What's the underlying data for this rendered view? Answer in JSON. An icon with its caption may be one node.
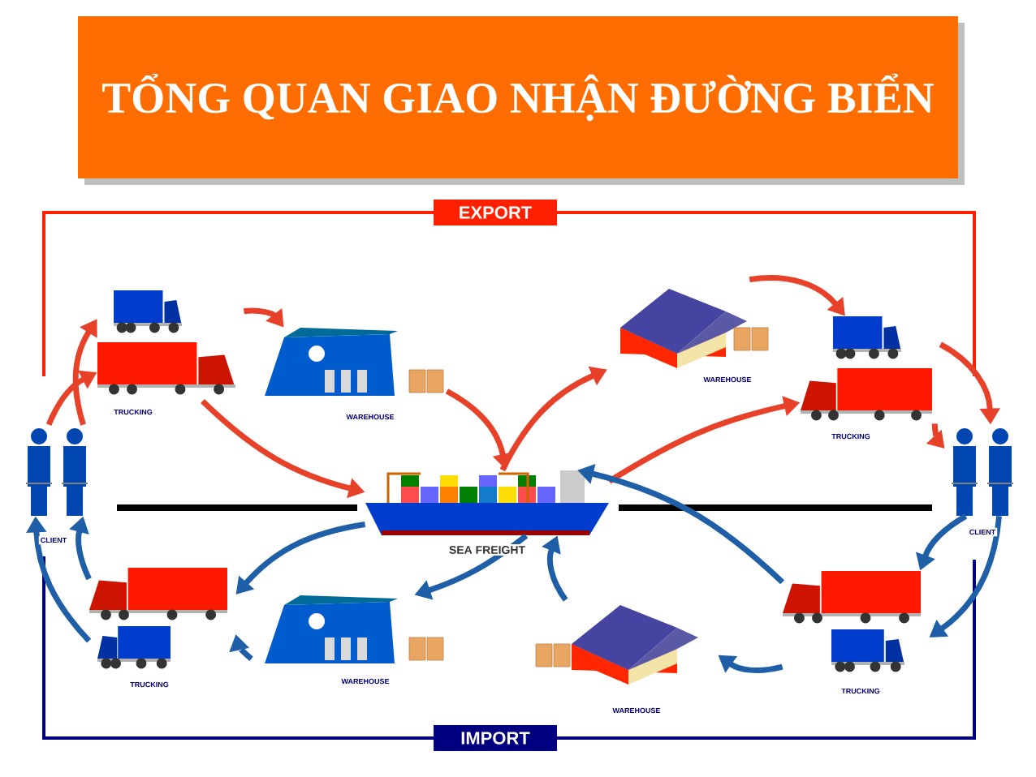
{
  "diagram": {
    "title": "TỔNG QUAN GIAO NHẬN **ĐƯỜNG BIỂN**",
    "nodes": [
      {
        "text": [],
        "shape": "person",
        "beside": [
          "CLIENT"
        ]
      },
      {
        "text": [],
        "shape": "picture",
        "beside": [
          "TRUCKING"
        ]
      },
      {
        "text": [],
        "shape": "picture",
        "beside": [
          "WAREHOUSE"
        ]
      },
      {
        "text": [],
        "shape": "picture",
        "beside": [
          "SEA FREIGHT"
        ]
      },
      {
        "text": [],
        "shape": "picture",
        "beside": [
          "WAREHOUSE"
        ]
      },
      {
        "text": [],
        "shape": "picture",
        "beside": [
          "TRUCKING"
        ]
      },
      {
        "text": [],
        "shape": "person",
        "beside": [
          "CLIENT"
        ]
      },
      {
        "text": [],
        "shape": "picture",
        "beside": [
          "TRUCKING"
        ]
      },
      {
        "text": [],
        "shape": "picture",
        "beside": [
          "WAREHOUSE"
        ]
      },
      {
        "text": [],
        "shape": "picture",
        "beside": [
          "WAREHOUSE"
        ]
      },
      {
        "text": [],
        "shape": "picture",
        "beside": [
          "TRUCKING"
        ]
      }
    ],
    "edges": [
      {
        "from": 0,
        "to": 1,
        "arrow": "to",
        "color": "#e8412a"
      },
      {
        "from": 0,
        "to": 1,
        "arrow": "to",
        "color": "#e8412a"
      },
      {
        "from": 1,
        "to": 2,
        "arrow": "to",
        "color": "#e8412a"
      },
      {
        "from": 1,
        "to": 3,
        "arrow": "to",
        "color": "#e8412a"
      },
      {
        "from": 2,
        "to": 3,
        "arrow": "to",
        "color": "#e8412a"
      },
      {
        "from": 3,
        "to": 4,
        "arrow": "to",
        "color": "#e8412a"
      },
      {
        "from": 3,
        "to": 5,
        "arrow": "to",
        "color": "#e8412a"
      },
      {
        "from": 4,
        "to": 5,
        "arrow": "to",
        "color": "#e8412a"
      },
      {
        "from": 5,
        "to": 6,
        "arrow": "to",
        "color": "#e8412a"
      },
      {
        "from": 5,
        "to": 6,
        "arrow": "to",
        "color": "#e8412a"
      },
      {
        "from": 6,
        "to": 7,
        "arrow": "to",
        "color": "#1f5fa8"
      },
      {
        "from": 6,
        "to": 7,
        "arrow": "to",
        "color": "#1f5fa8"
      },
      {
        "from": 7,
        "to": 3,
        "arrow": "to",
        "color": "#1f5fa8"
      },
      {
        "from": 7,
        "to": 8,
        "arrow": "to",
        "color": "#1f5fa8"
      },
      {
        "from": 8,
        "to": 3,
        "arrow": "to",
        "color": "#1f5fa8"
      },
      {
        "from": 3,
        "to": 10,
        "arrow": "to",
        "color": "#1f5fa8"
      },
      {
        "from": 3,
        "to": 9,
        "arrow": "to",
        "color": "#1f5fa8"
      },
      {
        "from": 9,
        "to": 10,
        "arrow": "to",
        "color": "#1f5fa8"
      },
      {
        "from": 10,
        "to": 0,
        "arrow": "to",
        "color": "#1f5fa8"
      },
      {
        "from": 10,
        "to": 0,
        "arrow": "to",
        "color": "#1f5fa8"
      }
    ],
    "labels": [
      "EXPORT",
      "IMPORT"
    ]
  }
}
